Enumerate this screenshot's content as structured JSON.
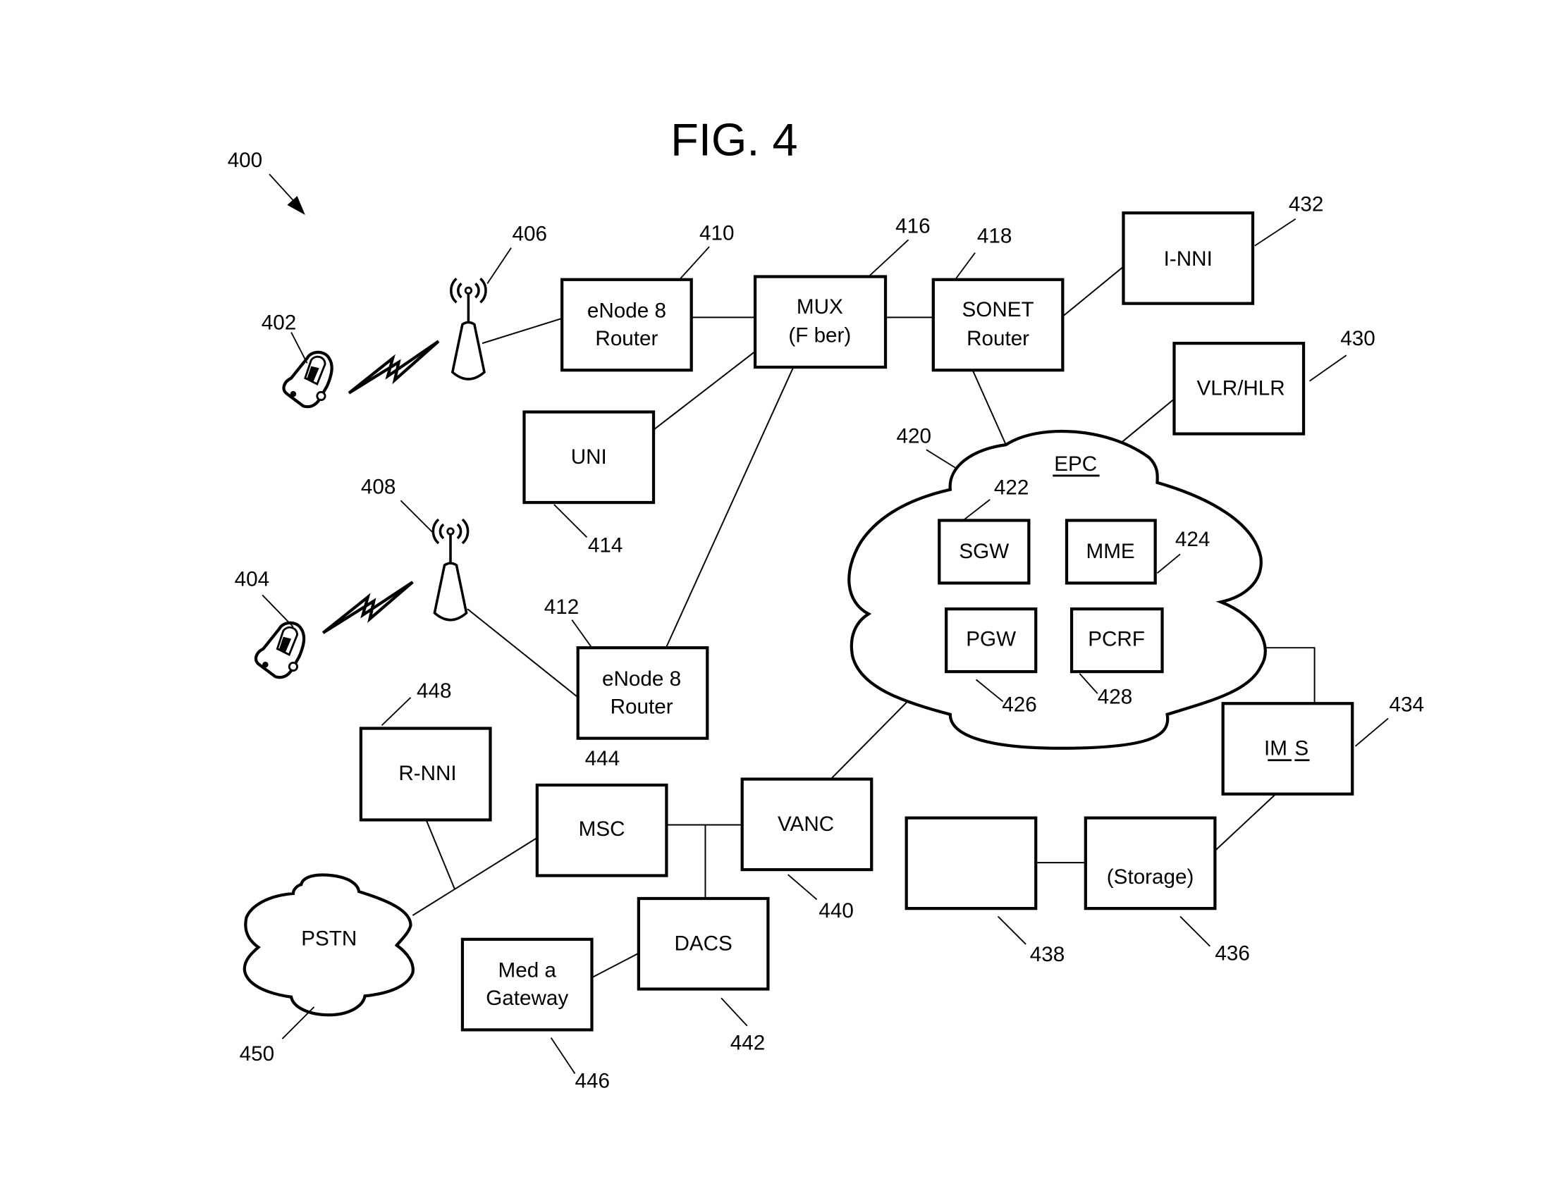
{
  "figure": {
    "title": "FIG. 4",
    "ref": "400"
  },
  "devices": {
    "phone_1": {
      "ref": "402",
      "icon": "mobile-phone-icon"
    },
    "phone_2": {
      "ref": "404",
      "icon": "mobile-phone-icon"
    },
    "tower_1": {
      "ref": "406",
      "icon": "cell-tower-icon"
    },
    "tower_2": {
      "ref": "408",
      "icon": "cell-tower-icon"
    },
    "wireless_link_icon": "lightning-bolt-icon"
  },
  "nodes": {
    "enodeb_1": {
      "line1": "eNode 8",
      "line2": "Router",
      "ref": "410"
    },
    "enodeb_2": {
      "line1": "eNode 8",
      "line2": "Router",
      "ref": "412",
      "ref_below": "444"
    },
    "uni": {
      "label": "UNI",
      "ref": "414"
    },
    "mux": {
      "line1": "MUX",
      "line2": "(F ber)",
      "ref": "416"
    },
    "sonet": {
      "line1": "SONET",
      "line2": "Router",
      "ref": "418"
    },
    "epc": {
      "label": "EPC",
      "ref": "420"
    },
    "sgw": {
      "label": "SGW",
      "ref": "422"
    },
    "mme": {
      "label": "MME",
      "ref": "424"
    },
    "pgw": {
      "label": "PGW",
      "ref": "426"
    },
    "pcrf": {
      "label": "PCRF",
      "ref": "428"
    },
    "vlr_hlr": {
      "label": "VLR/HLR",
      "ref": "430"
    },
    "i_nni": {
      "label": "I-NNI",
      "ref": "432"
    },
    "ims": {
      "label_a": "IM",
      "label_b": "S",
      "ref": "434"
    },
    "storage": {
      "label": "(Storage)",
      "ref": "436"
    },
    "blank": {
      "label": "",
      "ref": "438"
    },
    "vanc": {
      "label": "VANC",
      "ref": "440"
    },
    "dacs": {
      "label": "DACS",
      "ref": "442"
    },
    "media_gateway": {
      "line1": "Med a",
      "line2": "Gateway",
      "ref": "446"
    },
    "r_nni": {
      "label": "R-NNI",
      "ref": "448"
    },
    "pstn": {
      "label": "PSTN",
      "ref": "450"
    },
    "msc": {
      "label": "MSC"
    }
  }
}
